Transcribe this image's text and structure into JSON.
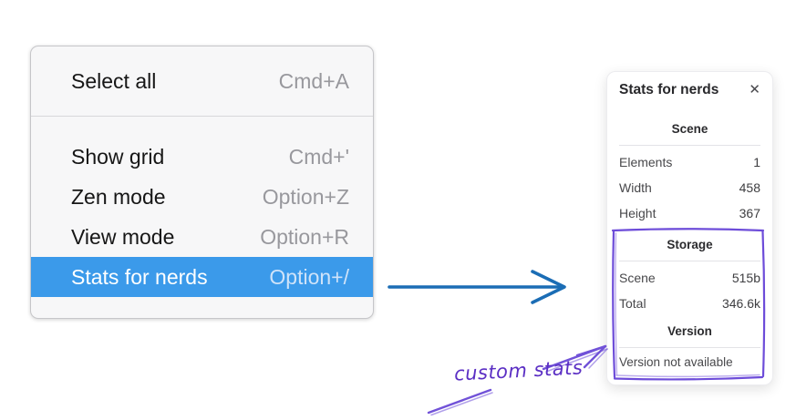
{
  "context_menu": {
    "sections": [
      {
        "items": [
          {
            "label": "Select all",
            "shortcut": "Cmd+A"
          }
        ]
      },
      {
        "items": [
          {
            "label": "Show grid",
            "shortcut": "Cmd+'"
          },
          {
            "label": "Zen mode",
            "shortcut": "Option+Z"
          },
          {
            "label": "View mode",
            "shortcut": "Option+R"
          },
          {
            "label": "Stats for nerds",
            "shortcut": "Option+/"
          }
        ]
      }
    ],
    "highlighted_item": "Stats for nerds",
    "highlight_color": "#3b9aea"
  },
  "stats_panel": {
    "title": "Stats for nerds",
    "close_icon": "✕",
    "scene_section": {
      "heading": "Scene",
      "rows": [
        {
          "label": "Elements",
          "value": "1"
        },
        {
          "label": "Width",
          "value": "458"
        },
        {
          "label": "Height",
          "value": "367"
        }
      ]
    },
    "storage_section": {
      "heading": "Storage",
      "rows": [
        {
          "label": "Scene",
          "value": "515b"
        },
        {
          "label": "Total",
          "value": "346.6k"
        }
      ]
    },
    "version_section": {
      "heading": "Version",
      "note": "Version not available"
    }
  },
  "annotation": {
    "label": "custom stats",
    "text_color": "#5b2fc4",
    "box_color": "#6d4cd9"
  },
  "flow_arrow_color": "#1b6db5"
}
